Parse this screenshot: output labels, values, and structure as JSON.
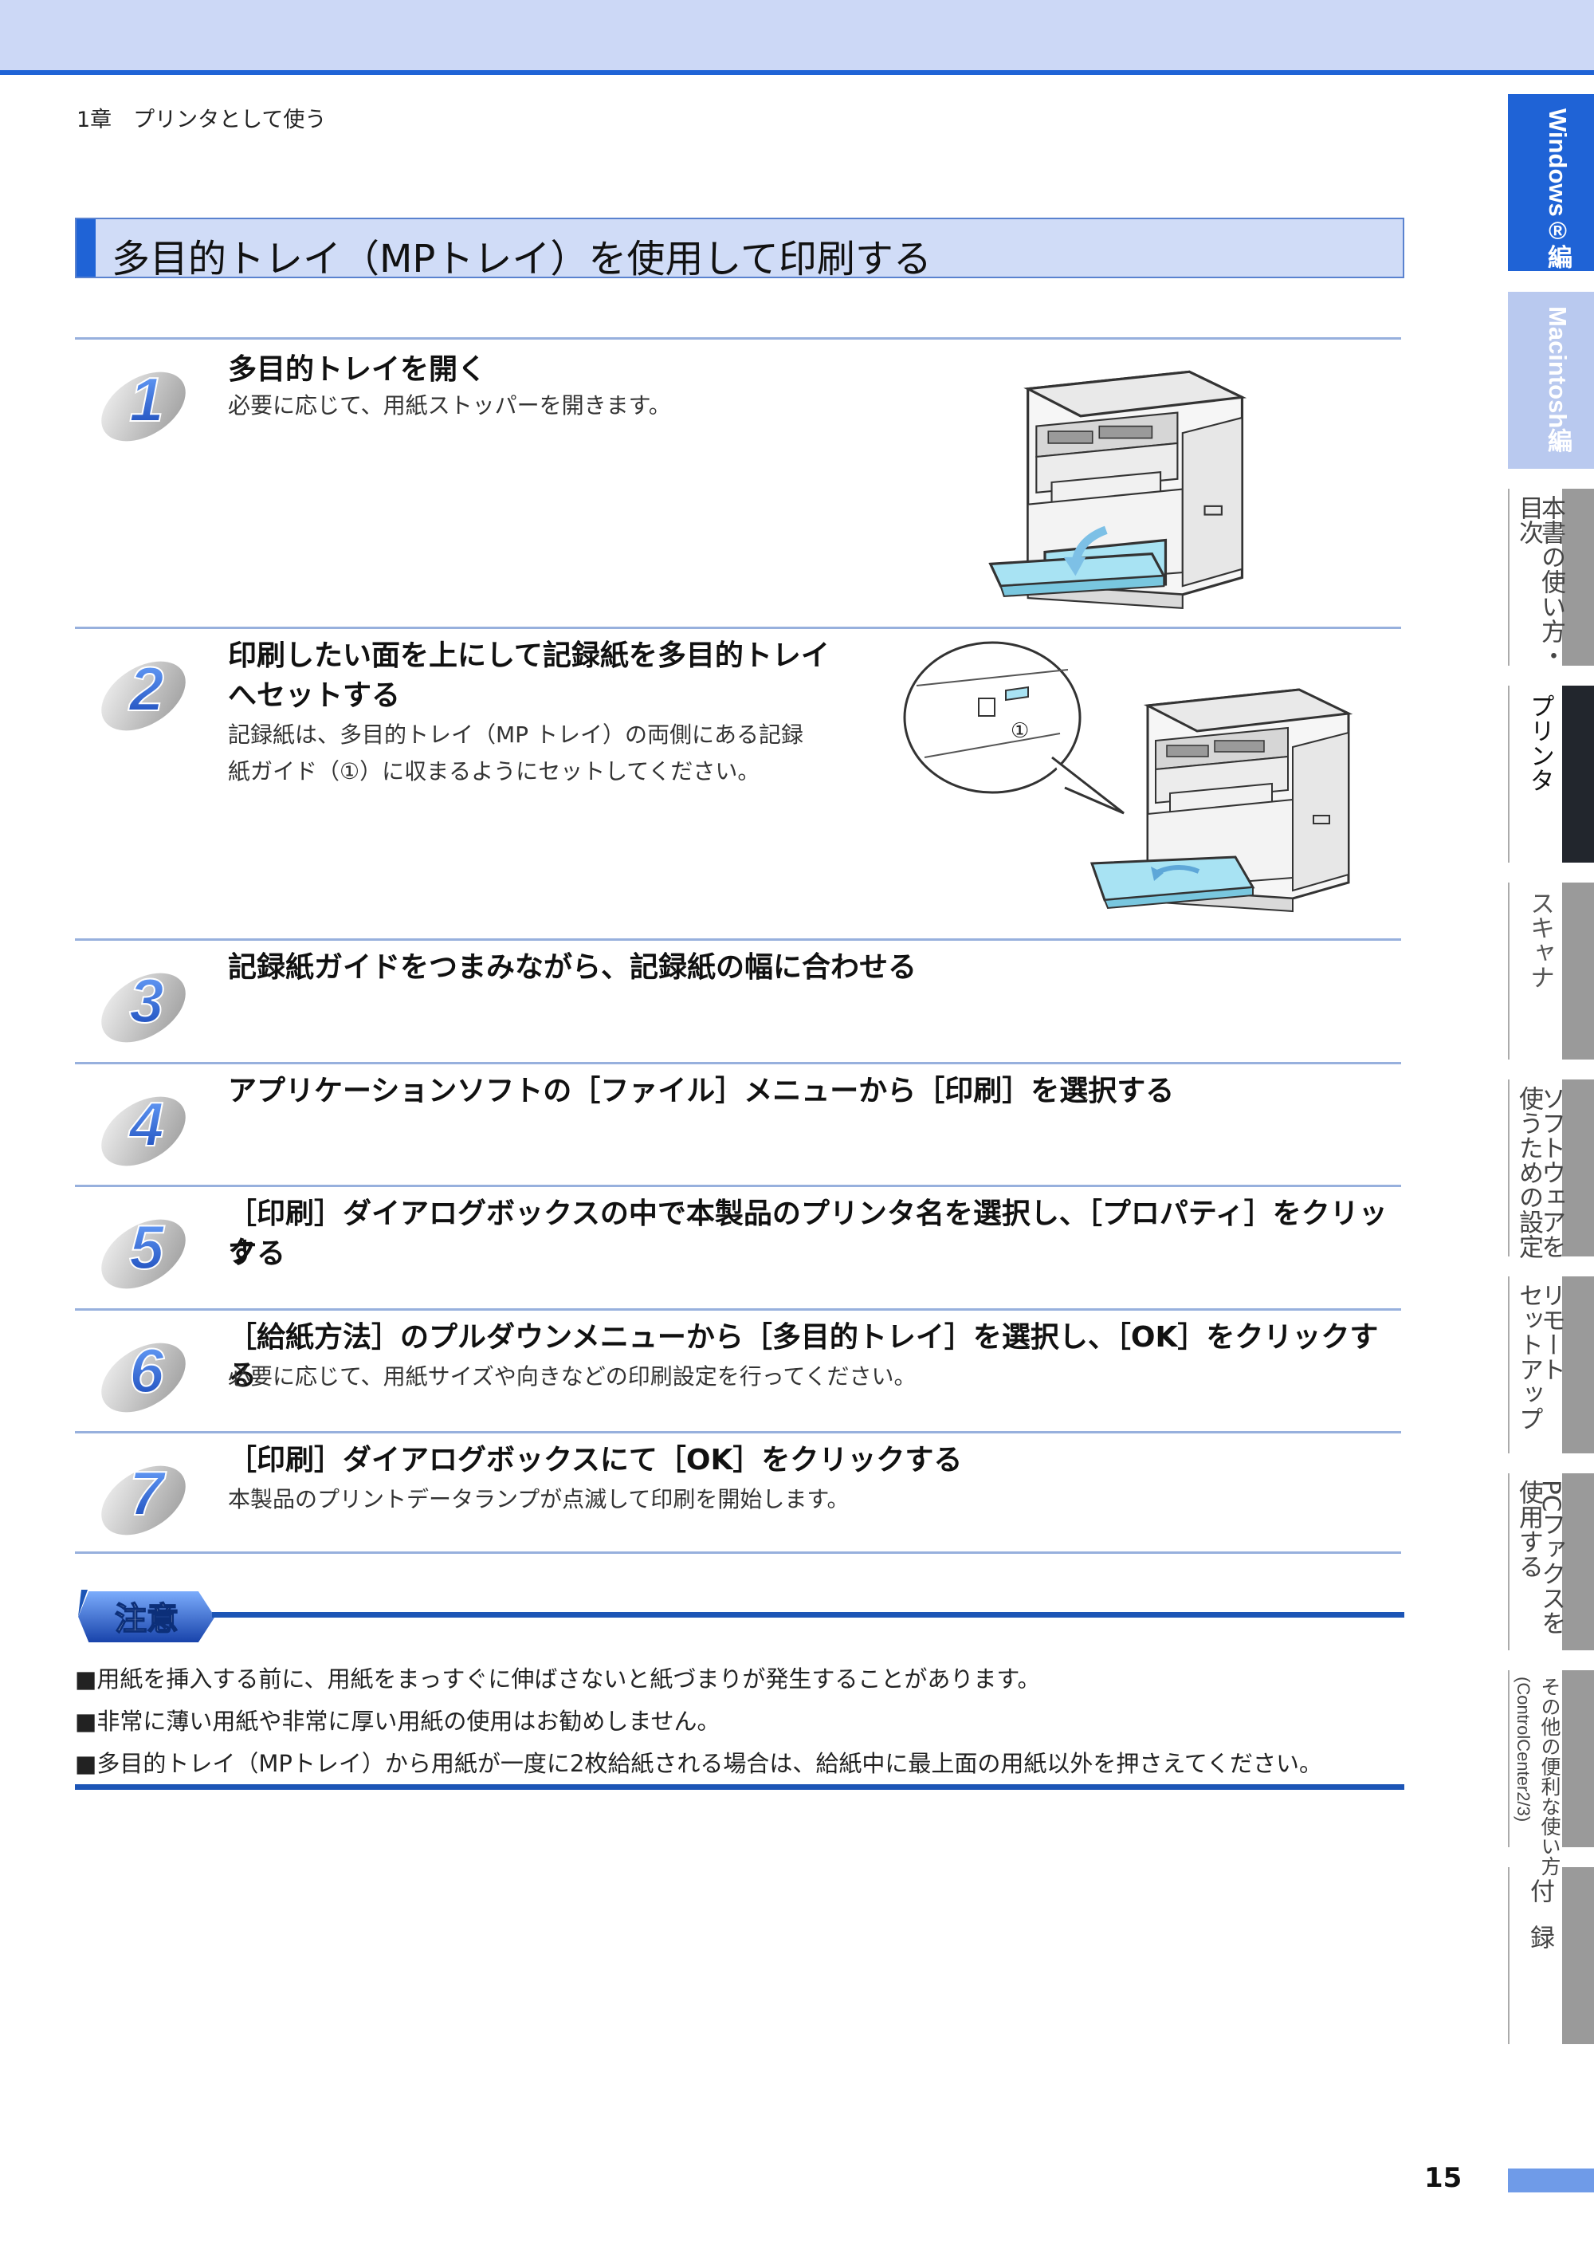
{
  "header": {
    "chapter": "1章　プリンタとして使う"
  },
  "title": "多目的トレイ（MPトレイ）を使用して印刷する",
  "steps": [
    {
      "number": "1",
      "title": "多目的トレイを開く",
      "title2": "",
      "desc": "必要に応じて、用紙ストッパーを開きます。",
      "desc2": ""
    },
    {
      "number": "2",
      "title": "印刷したい面を上にして記録紙を多目的トレイ",
      "title2": "へセットする",
      "desc": "記録紙は、多目的トレイ（MP トレイ）の両側にある記録",
      "desc2": "紙ガイド（①）に収まるようにセットしてください。"
    },
    {
      "number": "3",
      "title": "記録紙ガイドをつまみながら、記録紙の幅に合わせる",
      "title2": "",
      "desc": "",
      "desc2": ""
    },
    {
      "number": "4",
      "title": "アプリケーションソフトの［ファイル］メニューから［印刷］を選択する",
      "title2": "",
      "desc": "",
      "desc2": ""
    },
    {
      "number": "5",
      "title": "［印刷］ダイアログボックスの中で本製品のプリンタ名を選択し、［プロパティ］をクリック",
      "title2": "する",
      "desc": "",
      "desc2": ""
    },
    {
      "number": "6",
      "title": "［給紙方法］のプルダウンメニューから［多目的トレイ］を選択し、［OK］をクリックする",
      "title2": "",
      "desc": "必要に応じて、用紙サイズや向きなどの印刷設定を行ってください。",
      "desc2": ""
    },
    {
      "number": "7",
      "title": "［印刷］ダイアログボックスにて［OK］をクリックする",
      "title2": "",
      "desc": "本製品のプリントデータランプが点滅して印刷を開始します。",
      "desc2": ""
    }
  ],
  "figure": {
    "callout": "①"
  },
  "caution": {
    "badge": "注意",
    "items": [
      "■用紙を挿入する前に、用紙をまっすぐに伸ばさないと紙づまりが発生することがあります。",
      "■非常に薄い用紙や非常に厚い用紙の使用はお勧めしません。",
      "■多目的トレイ（MPトレイ）から用紙が一度に2枚給紙される場合は、給紙中に最上面の用紙以外を押さえてください。"
    ]
  },
  "side_tabs": [
    {
      "label": "Windows®編",
      "label2": "",
      "state": "active-blue"
    },
    {
      "label": "Macintosh編",
      "label2": "",
      "state": "light-blue"
    },
    {
      "label": "本書の使い方・",
      "label2": "目次",
      "state": "normal"
    },
    {
      "label": "プリンタ",
      "label2": "",
      "state": "active-dark"
    },
    {
      "label": "スキャナ",
      "label2": "",
      "state": "normal"
    },
    {
      "label": "ソフトウェアを",
      "label2": "使うための設定",
      "state": "normal"
    },
    {
      "label": "リモート",
      "label2": "セットアップ",
      "state": "normal"
    },
    {
      "label": "PCファクスを",
      "label2": "使用する",
      "state": "normal"
    },
    {
      "label": "その他の便利な使い方",
      "label2": "(ControlCenter2/3)",
      "state": "normal"
    },
    {
      "label": "付",
      "label2": "録",
      "state": "normal"
    }
  ],
  "page_number": "15",
  "colors": {
    "accent": "#1f63d6",
    "title_fill": "#d0dcf7",
    "step_rule": "#97b0dd",
    "tray_paper": "#a8e3f3"
  }
}
